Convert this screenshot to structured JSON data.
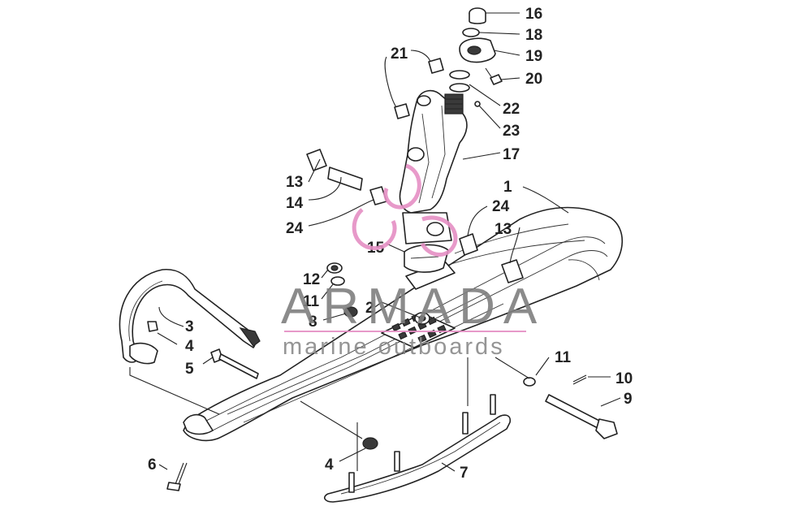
{
  "watermark": {
    "brand": "ARMADA",
    "tagline": "marine outboards",
    "accent_color": "#e58fc4",
    "text_color": "#7f7f7f"
  },
  "callouts": [
    {
      "id": "c1",
      "label": "1"
    },
    {
      "id": "c2",
      "label": "2"
    },
    {
      "id": "c3",
      "label": "3"
    },
    {
      "id": "c4a",
      "label": "4"
    },
    {
      "id": "c4b",
      "label": "4"
    },
    {
      "id": "c5",
      "label": "5"
    },
    {
      "id": "c6",
      "label": "6"
    },
    {
      "id": "c7",
      "label": "7"
    },
    {
      "id": "c8",
      "label": "8"
    },
    {
      "id": "c9",
      "label": "9"
    },
    {
      "id": "c10",
      "label": "10"
    },
    {
      "id": "c11a",
      "label": "11"
    },
    {
      "id": "c11b",
      "label": "11"
    },
    {
      "id": "c12",
      "label": "12"
    },
    {
      "id": "c13a",
      "label": "13"
    },
    {
      "id": "c13b",
      "label": "13"
    },
    {
      "id": "c14",
      "label": "14"
    },
    {
      "id": "c15",
      "label": "15"
    },
    {
      "id": "c16",
      "label": "16"
    },
    {
      "id": "c17",
      "label": "17"
    },
    {
      "id": "c18",
      "label": "18"
    },
    {
      "id": "c19",
      "label": "19"
    },
    {
      "id": "c20",
      "label": "20"
    },
    {
      "id": "c21",
      "label": "21"
    },
    {
      "id": "c22",
      "label": "22"
    },
    {
      "id": "c23",
      "label": "23"
    },
    {
      "id": "c24a",
      "label": "24"
    },
    {
      "id": "c24b",
      "label": "24"
    }
  ]
}
